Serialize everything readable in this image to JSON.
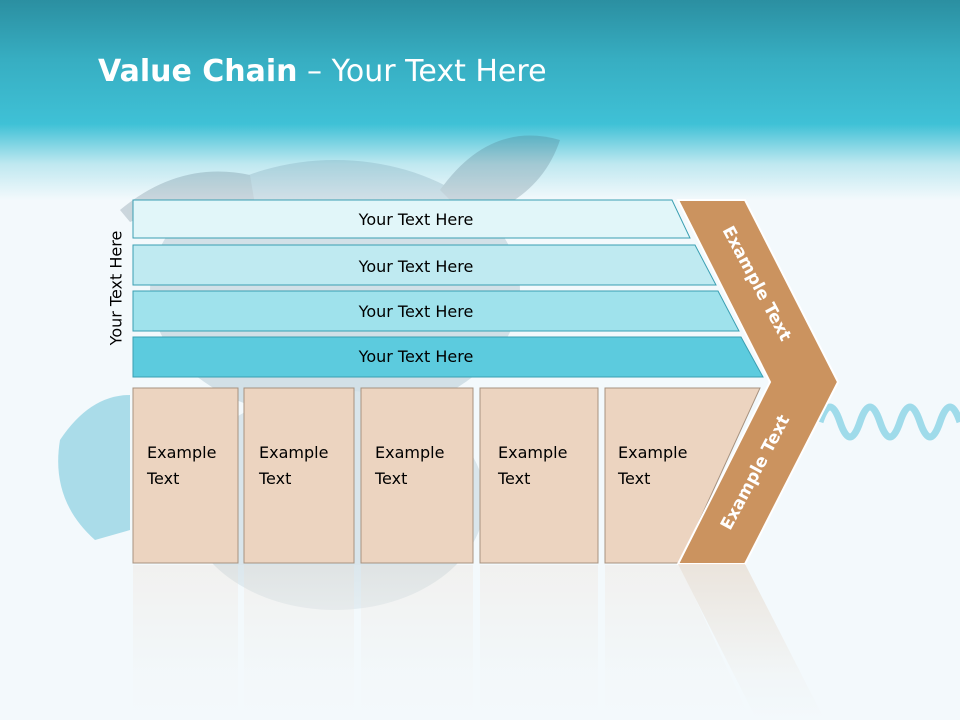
{
  "title": {
    "bold": "Value Chain",
    "rest": " – Your Text Here"
  },
  "side_label": "Your Text Here",
  "support_rows": [
    "Your Text Here",
    "Your Text Here",
    "Your Text Here",
    "Your Text Here"
  ],
  "primary_boxes": [
    {
      "line1": "Example",
      "line2": "Text"
    },
    {
      "line1": "Example",
      "line2": "Text"
    },
    {
      "line1": "Example",
      "line2": "Text"
    },
    {
      "line1": "Example",
      "line2": "Text"
    },
    {
      "line1": "Example",
      "line2": "Text"
    }
  ],
  "chevron": {
    "upper_label": "Example Text",
    "lower_label": "Example Text"
  },
  "colors": {
    "row_fills": [
      "#e1f6f9",
      "#bfeaf1",
      "#9fe2ec",
      "#5ccbde"
    ],
    "row_stroke": "#3a9fb2",
    "box_fill": "#ecd4c0",
    "box_stroke": "#a7927f",
    "chevron_fill": "#cb935f",
    "chevron_stroke": "#ffffff",
    "title_color": "#ffffff"
  }
}
